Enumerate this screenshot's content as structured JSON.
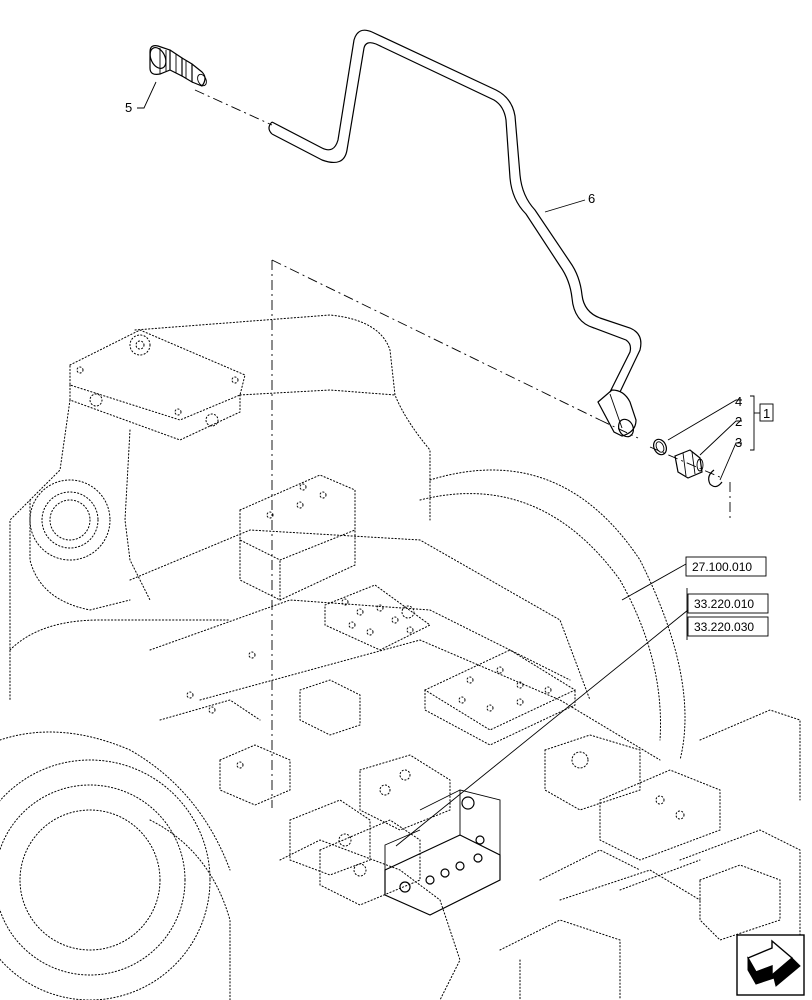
{
  "callouts": {
    "c1": "1",
    "c2": "2",
    "c3": "3",
    "c4": "4",
    "c5": "5",
    "c6": "6"
  },
  "references": {
    "ref1": "27.100.010",
    "ref2": "33.220.010",
    "ref3": "33.220.030"
  },
  "nav_icon": "next-page-arrow-icon"
}
